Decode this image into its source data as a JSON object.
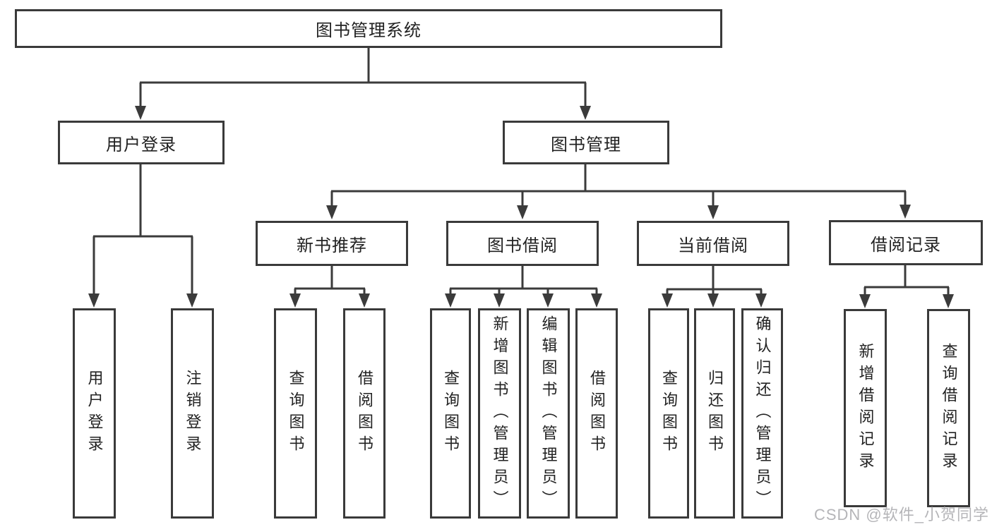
{
  "diagram_title": "图书管理系统",
  "watermark": "CSDN @软件_小贺同学",
  "colors": {
    "line": "#3b3b3b",
    "box_border": "#3a3a3a",
    "text": "#222222",
    "watermark": "#b5b5b8",
    "background": "#ffffff"
  },
  "tree": {
    "root": {
      "label": "图书管理系统"
    },
    "level1": [
      {
        "label": "用户登录",
        "parent": "图书管理系统"
      },
      {
        "label": "图书管理",
        "parent": "图书管理系统"
      }
    ],
    "level2": [
      {
        "label": "新书推荐",
        "parent": "图书管理"
      },
      {
        "label": "图书借阅",
        "parent": "图书管理"
      },
      {
        "label": "当前借阅",
        "parent": "图书管理"
      },
      {
        "label": "借阅记录",
        "parent": "图书管理"
      }
    ],
    "leaves": [
      {
        "label": "用户登录",
        "parent": "用户登录"
      },
      {
        "label": "注销登录",
        "parent": "用户登录"
      },
      {
        "label": "查询图书",
        "parent": "新书推荐"
      },
      {
        "label": "借阅图书",
        "parent": "新书推荐"
      },
      {
        "label": "查询图书",
        "parent": "图书借阅"
      },
      {
        "label": "新增图书（管理员）",
        "parent": "图书借阅"
      },
      {
        "label": "编辑图书（管理员）",
        "parent": "图书借阅"
      },
      {
        "label": "借阅图书",
        "parent": "图书借阅"
      },
      {
        "label": "查询图书",
        "parent": "当前借阅"
      },
      {
        "label": "归还图书",
        "parent": "当前借阅"
      },
      {
        "label": "确认归还（管理员）",
        "parent": "当前借阅"
      },
      {
        "label": "新增借阅记录",
        "parent": "借阅记录"
      },
      {
        "label": "查询借阅记录",
        "parent": "借阅记录"
      }
    ]
  }
}
